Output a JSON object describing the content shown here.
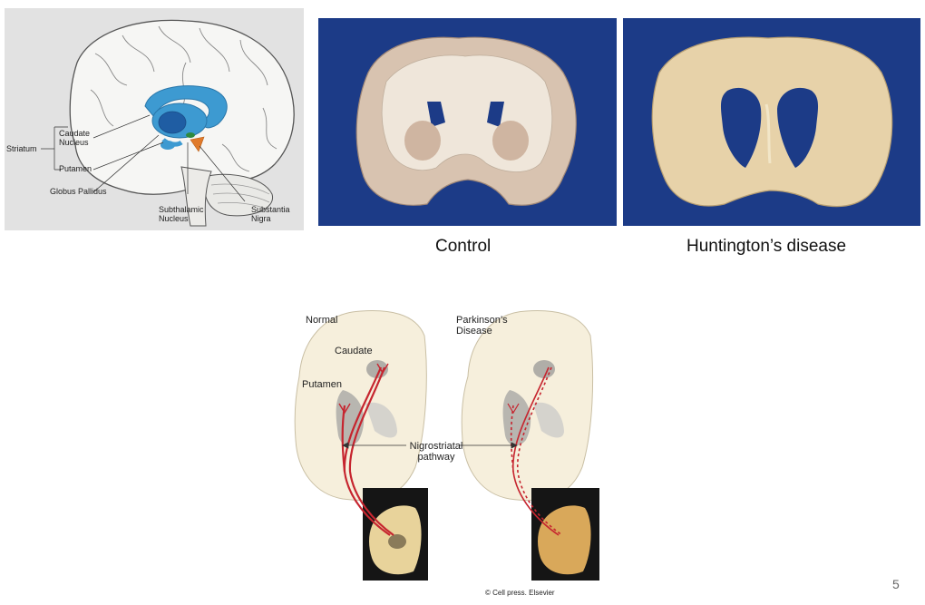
{
  "brain_diagram": {
    "labels": {
      "striatum": "Striatum",
      "caudate_nucleus": "Caudate Nucleus",
      "putamen": "Putamen",
      "globus_pallidus": "Globus Pallidus",
      "subthalamic_nucleus": "Subthalamic Nucleus",
      "substantia_nigra": "Substantia Nigra"
    },
    "colors": {
      "striatum_blue": "#3d9ad1",
      "substantia_nigra": "#e07a2a",
      "background": "#e2e2e2"
    }
  },
  "photos": {
    "control_caption": "Control",
    "huntington_caption": "Huntington’s disease",
    "background_color": "#1c3b87"
  },
  "pathway_diagram": {
    "normal_title": "Normal",
    "parkinsons_title": "Parkinson’s Disease",
    "caudate": "Caudate",
    "putamen": "Putamen",
    "pathway_label": "Nigrostriatal pathway",
    "pathway_color": "#c6252f",
    "copyright": "© Cell press. Elsevier"
  },
  "page_number": "5"
}
